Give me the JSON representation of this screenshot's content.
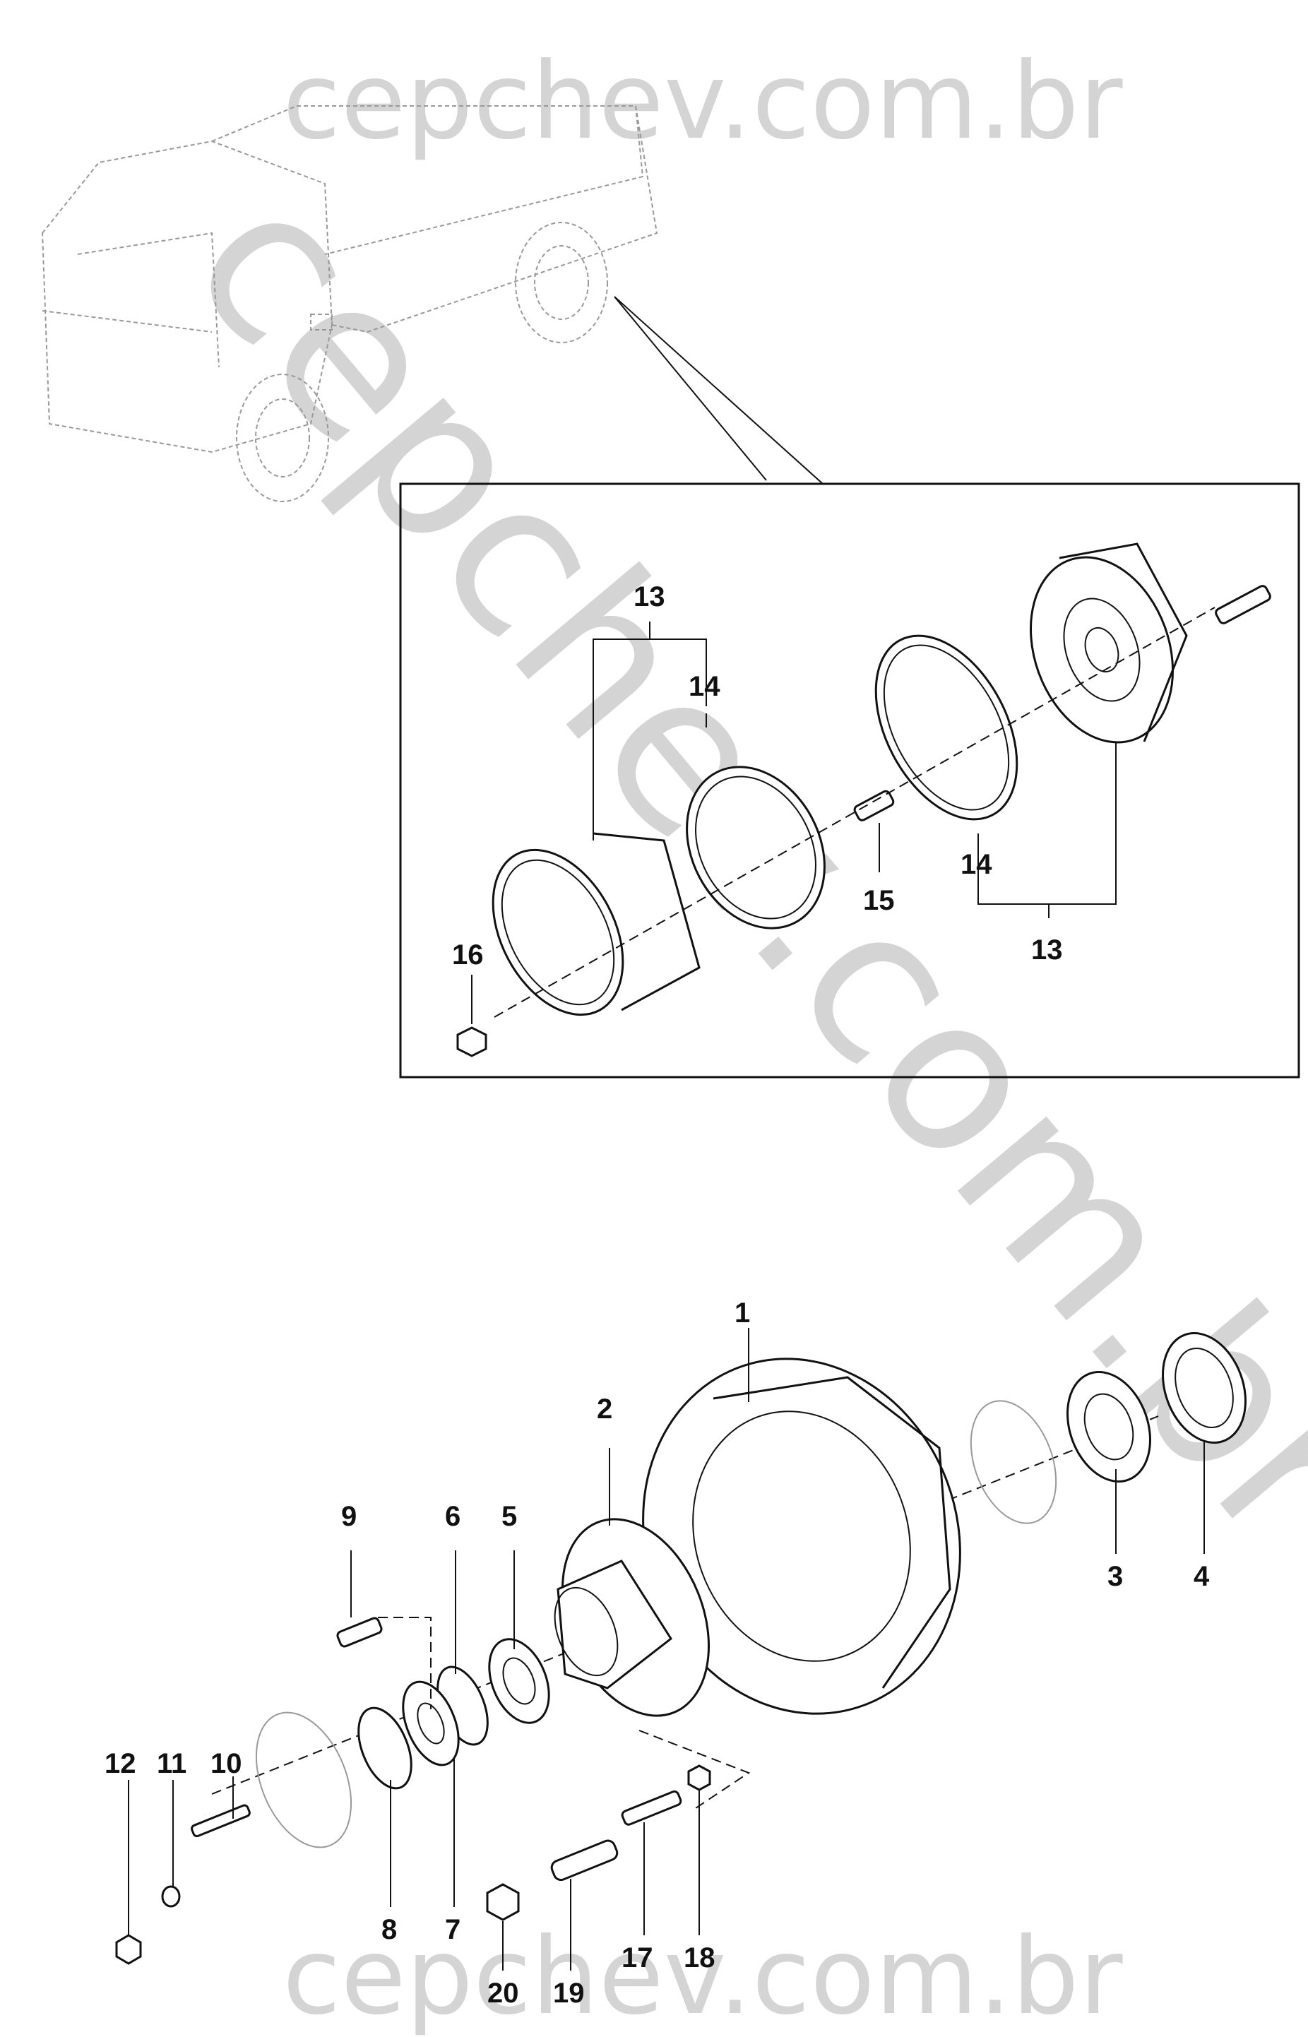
{
  "watermark": {
    "top": "cepchev.com.br",
    "bottom": "cepchev.com.br",
    "diagonal": "cepchev.com.br"
  },
  "callouts": {
    "c1": "1",
    "c2": "2",
    "c3": "3",
    "c4": "4",
    "c5": "5",
    "c6": "6",
    "c7": "7",
    "c8": "8",
    "c9": "9",
    "c10": "10",
    "c11": "11",
    "c12": "12",
    "c13a": "13",
    "c13b": "13",
    "c14a": "14",
    "c14b": "14",
    "c15": "15",
    "c16": "16",
    "c17": "17",
    "c18": "18",
    "c19": "19",
    "c20": "20"
  }
}
